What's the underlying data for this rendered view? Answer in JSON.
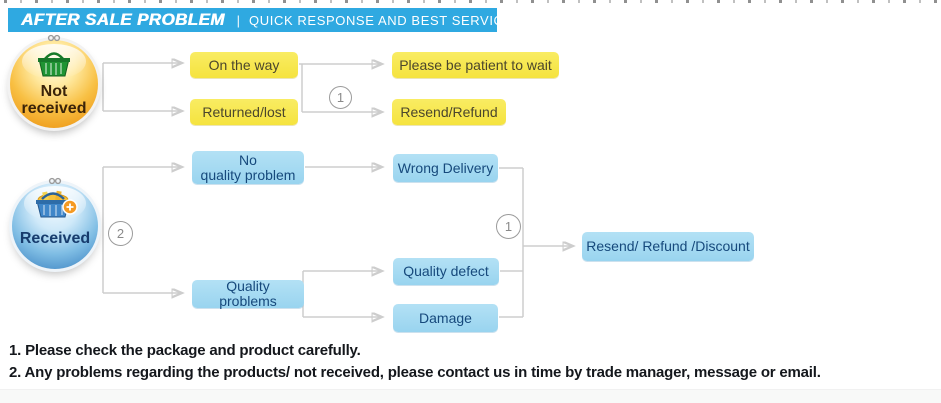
{
  "banner": {
    "title": "AFTER SALE PROBLEM",
    "separator": "|",
    "subtitle": "QUICK RESPONSE AND BEST SERVICE"
  },
  "badges": {
    "not_received": {
      "line1": "Not",
      "line2": "received",
      "icon": "green-shopping-basket-icon"
    },
    "received": {
      "label": "Received",
      "icon": "blue-shopping-basket-icon"
    }
  },
  "flow": {
    "on_the_way": "On the way",
    "returned_lost": "Returned/lost",
    "please_wait": "Please be patient to wait",
    "resend_refund": "Resend/Refund",
    "no_quality_line1": "No",
    "no_quality_line2": "quality problem",
    "quality_problems": "Quality problems",
    "wrong_delivery": "Wrong Delivery",
    "quality_defect": "Quality defect",
    "damage": "Damage",
    "resend_refund_discount": "Resend/ Refund /Discount",
    "step1": "1",
    "step2": "2"
  },
  "notes": [
    "1. Please check the package and product carefully.",
    "2. Any problems regarding the products/ not received, please contact us in time by trade manager, message or email."
  ],
  "colors": {
    "banner_blue": "#2fa9e1",
    "yellow_box": "#f7e84e",
    "blue_box": "#a3dbf3",
    "navy_text": "#16497c",
    "connector_gray": "#cdcdcd",
    "orange_sphere": "#f0a02a",
    "blue_sphere": "#5a9bd0"
  }
}
